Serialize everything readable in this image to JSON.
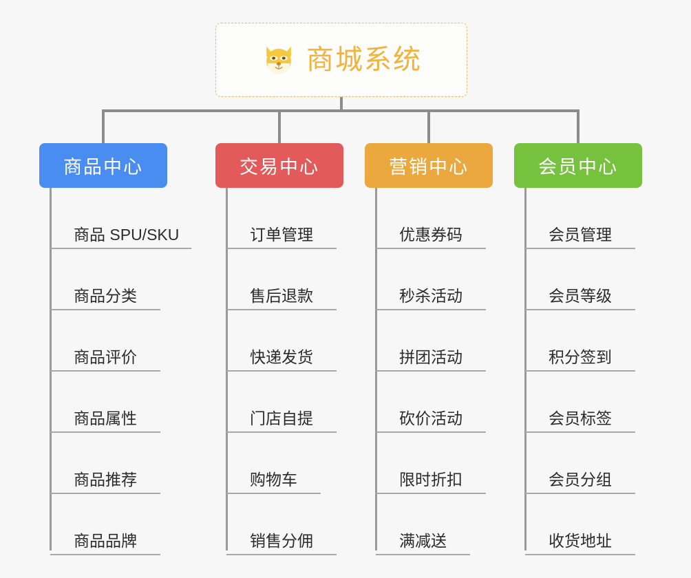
{
  "background_color": "#f7f7f7",
  "root": {
    "title": "商城系统",
    "icon": "shiba-dog-face-icon",
    "text_color": "#f0b33d",
    "border_color": "#e8b964"
  },
  "connector_color": "#8c8c8c",
  "branches": [
    {
      "id": "product-center",
      "label": "商品中心",
      "color": "#4a8df0",
      "leaves": [
        {
          "label": "商品 SPU/SKU",
          "rule_width": 205
        },
        {
          "label": "商品分类",
          "rule_width": 160
        },
        {
          "label": "商品评价",
          "rule_width": 160
        },
        {
          "label": "商品属性",
          "rule_width": 160
        },
        {
          "label": "商品推荐",
          "rule_width": 160
        },
        {
          "label": "商品品牌",
          "rule_width": 160
        }
      ]
    },
    {
      "id": "trade-center",
      "label": "交易中心",
      "color": "#e25a5a",
      "leaves": [
        {
          "label": "订单管理",
          "rule_width": 160
        },
        {
          "label": "售后退款",
          "rule_width": 160
        },
        {
          "label": "快递发货",
          "rule_width": 160
        },
        {
          "label": "门店自提",
          "rule_width": 160
        },
        {
          "label": "购物车",
          "rule_width": 137
        },
        {
          "label": "销售分佣",
          "rule_width": 160
        }
      ]
    },
    {
      "id": "marketing-center",
      "label": "营销中心",
      "color": "#eaa83f",
      "leaves": [
        {
          "label": "优惠券码",
          "rule_width": 160
        },
        {
          "label": "秒杀活动",
          "rule_width": 160
        },
        {
          "label": "拼团活动",
          "rule_width": 160
        },
        {
          "label": "砍价活动",
          "rule_width": 160
        },
        {
          "label": "限时折扣",
          "rule_width": 160
        },
        {
          "label": "满减送",
          "rule_width": 137
        }
      ]
    },
    {
      "id": "member-center",
      "label": "会员中心",
      "color": "#76c23f",
      "leaves": [
        {
          "label": "会员管理",
          "rule_width": 160
        },
        {
          "label": "会员等级",
          "rule_width": 160
        },
        {
          "label": "积分签到",
          "rule_width": 160
        },
        {
          "label": "会员标签",
          "rule_width": 160
        },
        {
          "label": "会员分组",
          "rule_width": 160
        },
        {
          "label": "收货地址",
          "rule_width": 160
        }
      ]
    }
  ]
}
